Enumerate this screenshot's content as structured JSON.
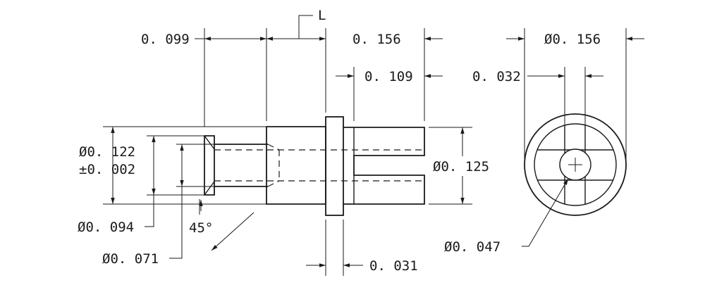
{
  "dimensions": {
    "d_0_099": "0. 099",
    "section_mark": "L",
    "d_0_156_top": "0. 156",
    "d_0_109": "0. 109",
    "d_0_032": "0. 032",
    "d_dia_0_156": "Ø0. 156",
    "d_dia_0_122": "Ø0. 122",
    "d_tol": "±0. 002",
    "d_dia_0_125": "Ø0. 125",
    "d_dia_0_094": "Ø0. 094",
    "d_angle": "45°",
    "d_dia_0_071": "Ø0. 071",
    "d_dia_0_047": "Ø0. 047",
    "d_0_031": "0. 031"
  }
}
